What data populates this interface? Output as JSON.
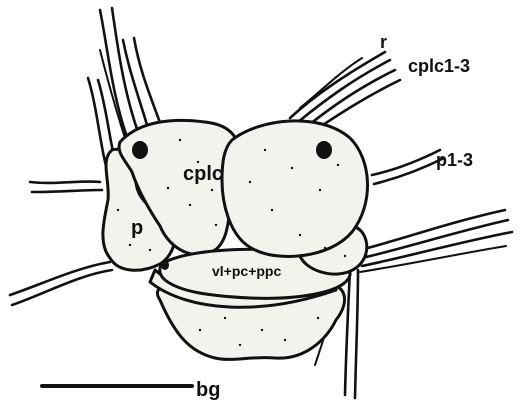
{
  "labels": {
    "r": "r",
    "cplc13": "cplc1-3",
    "p13": "p1-3",
    "cplc": "cplc",
    "p": "p",
    "vl": "vl+pc+ppc",
    "bg": "bg"
  }
}
